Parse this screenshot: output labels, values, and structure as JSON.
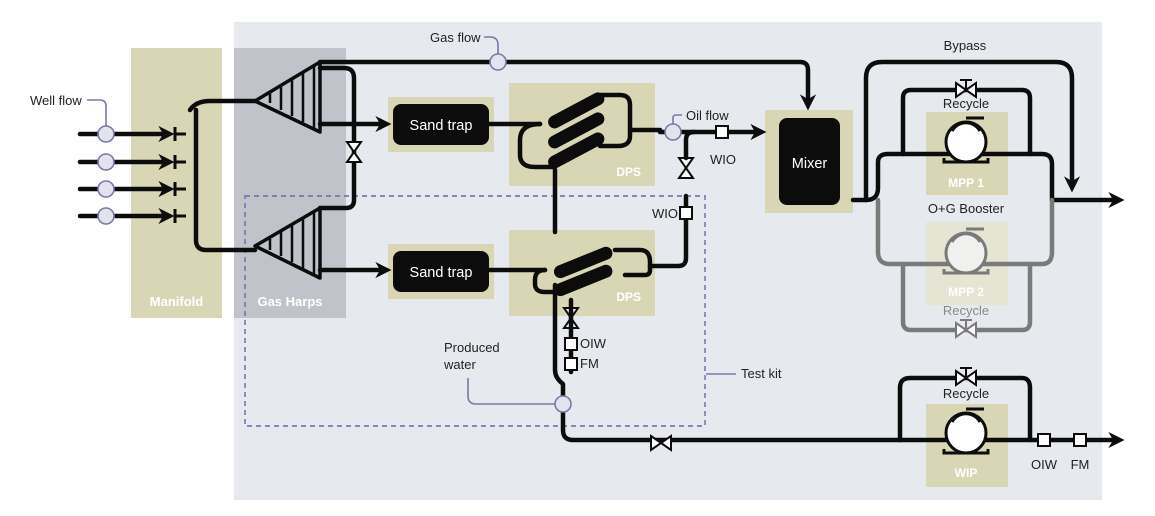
{
  "labels": {
    "well_flow": "Well flow",
    "gas_flow": "Gas flow",
    "bypass": "Bypass",
    "manifold": "Manifold",
    "gas_harps": "Gas Harps",
    "sand_trap_top": "Sand trap",
    "sand_trap_bottom": "Sand trap",
    "dps_top": "DPS",
    "dps_bottom": "DPS",
    "oil_flow": "Oil flow",
    "wio_right": "WIO",
    "wio_left": "WIO",
    "mixer": "Mixer",
    "recycle_top": "Recycle",
    "mpp1": "MPP 1",
    "og_booster": "O+G Booster",
    "mpp2": "MPP 2",
    "recycle_mid": "Recycle",
    "oiw_mid": "OIW",
    "fm_mid": "FM",
    "produced_water": [
      "Produced",
      "water"
    ],
    "test_kit": "Test kit",
    "recycle_bottom": "Recycle",
    "wip": "WIP",
    "oiw_bottom": "OIW",
    "fm_bottom": "FM"
  },
  "colors": {
    "background_panel": "#e6e9ee",
    "equipment_tan": "#d9d6b6",
    "gas_harp_grey": "#b9bcc2",
    "pipe": "#0c0c0c",
    "pipe_inactive": "#7a7a7a",
    "leader_purple": "#7b78a8",
    "test_kit_border": "#6b68a8"
  },
  "icons": [
    "valve-icon",
    "pump-icon",
    "arrow-icon",
    "flow-meter-icon"
  ]
}
